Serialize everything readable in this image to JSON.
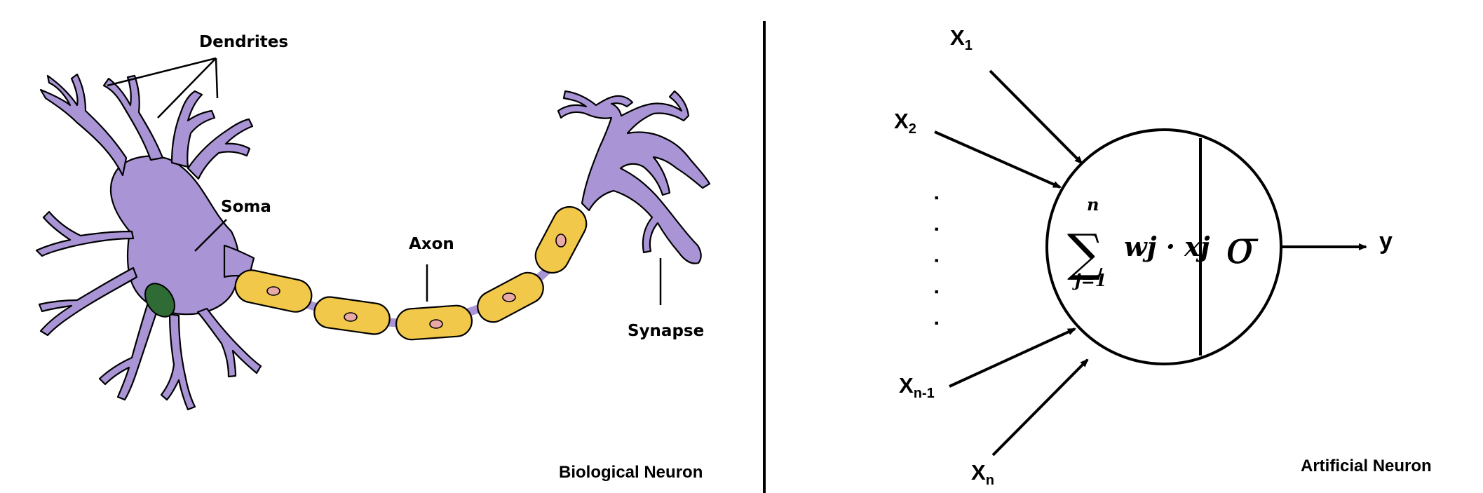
{
  "biological": {
    "labels": {
      "dendrites": "Dendrites",
      "soma": "Soma",
      "axon": "Axon",
      "synapse": "Synapse"
    },
    "caption": "Biological Neuron",
    "colors": {
      "cell_body": "#a994d6",
      "myelin": "#f2c84b",
      "myelin_node": "#e9a9a6",
      "nucleus": "#2e6b35",
      "outline": "#000000"
    }
  },
  "artificial": {
    "inputs": [
      {
        "base": "X",
        "sub": "1"
      },
      {
        "base": "X",
        "sub": "2"
      },
      {
        "base": "X",
        "sub": "n-1"
      },
      {
        "base": "X",
        "sub": "n"
      }
    ],
    "ellipsis": ". . . . .",
    "sum_symbol": "∑",
    "sum_upper": "n",
    "sum_lower": "j=1",
    "sum_body": "wj · xj",
    "activation": "σ",
    "output": "y",
    "caption": "Artificial Neuron"
  }
}
